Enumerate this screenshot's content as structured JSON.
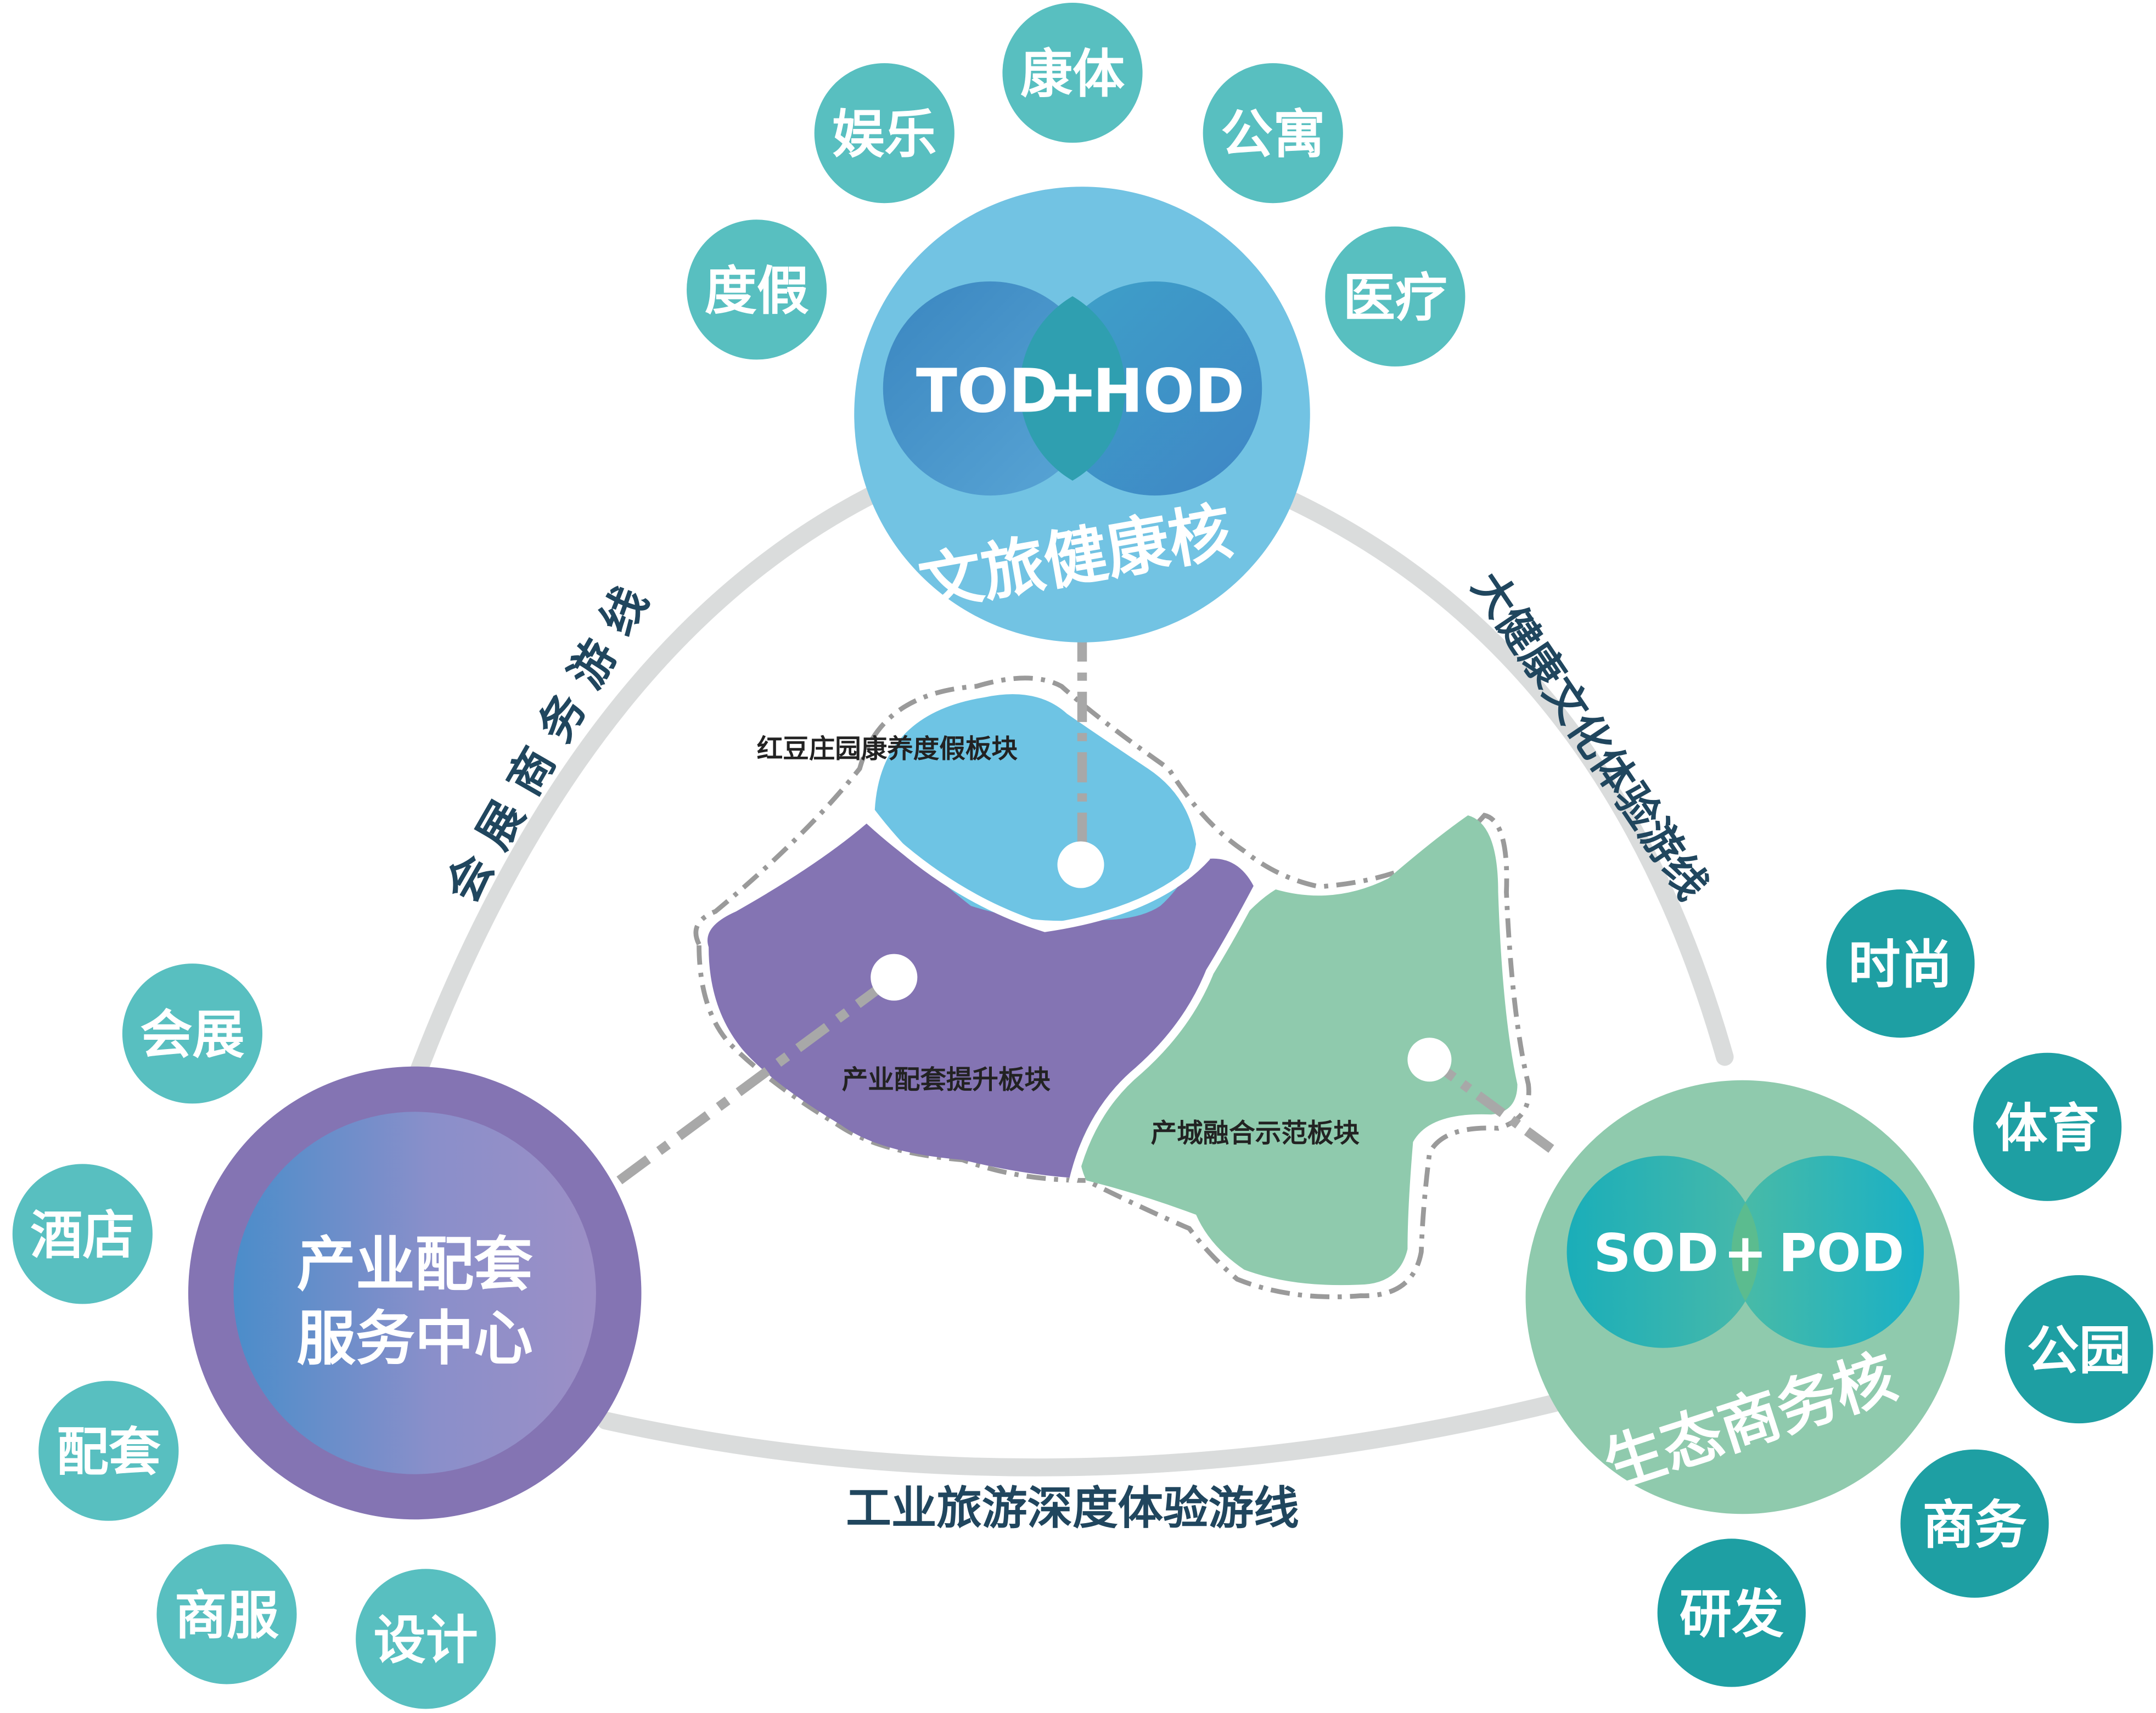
{
  "colors": {
    "teal": "#58bfc0",
    "teal_dark": "#1e9fa3",
    "sky": "#74c4e3",
    "purple": "#8474b3",
    "green": "#8fcaad",
    "grey_line": "#dadcdc",
    "dash": "#a8a8a8",
    "navy_text": "#20465e"
  },
  "cores": {
    "top": {
      "line1": "TOD",
      "plus": "+",
      "line2": "HOD",
      "name": "文旅健康核"
    },
    "left": {
      "line1": "产业配套",
      "line2": "服务中心"
    },
    "right": {
      "line1": "SOD",
      "plus": "+",
      "line2": "POD",
      "name": "生态商务核"
    }
  },
  "satellites": {
    "top": [
      "度假",
      "娱乐",
      "康体",
      "公寓",
      "医疗"
    ],
    "left": [
      "会展",
      "酒店",
      "配套",
      "商服",
      "设计"
    ],
    "right": [
      "时尚",
      "体育",
      "公园",
      "商务",
      "研发"
    ]
  },
  "routes": {
    "left": "会展商务游线",
    "right": "大健康文化体验游线",
    "bottom": "工业旅游深度体验游线"
  },
  "zones": {
    "blue": "红豆庄园康养度假板块",
    "purple": "产业配套提升板块",
    "green": "产城融合示范板块"
  }
}
